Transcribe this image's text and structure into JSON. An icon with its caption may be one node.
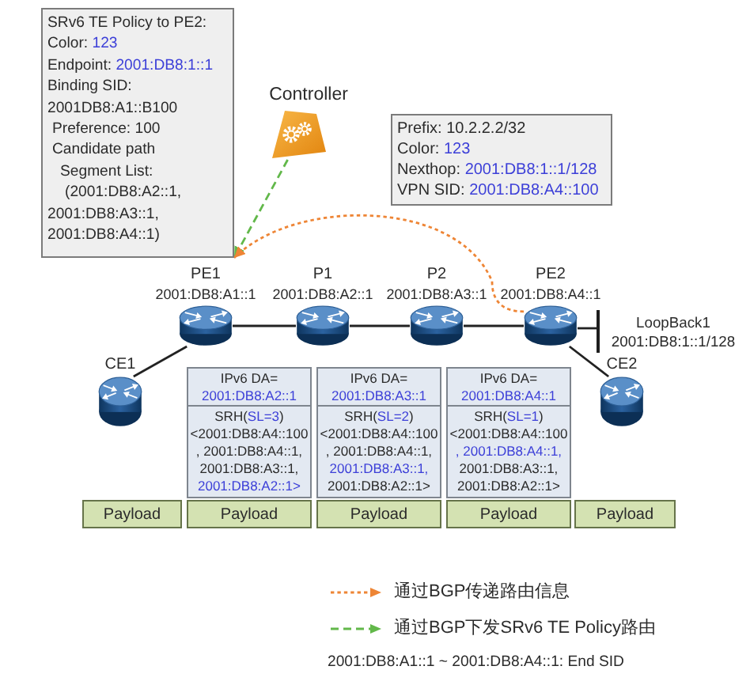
{
  "diagram": {
    "nodes": [
      {
        "text": [
          "SRv6 TE Policy to PE2:",
          "Color: 123",
          "Endpoint: 2001:DB8:1::1",
          "Binding SID: 2001DB8:A1::B100",
          "Preference: 100",
          "Candidate path",
          "Segment List:",
          "(2001:DB8:A2::1, 2001:DB8:A3::1, 2001:DB8:A4::1)"
        ]
      },
      {
        "text": [],
        "shape": "picture",
        "beside": [
          "Controller"
        ]
      },
      {
        "text": [
          "Prefix: 10.2.2.2/32",
          "Color: 123",
          "Nexthop: 2001:DB8:1::1/128",
          "VPN SID: 2001:DB8:A4::100"
        ]
      },
      {
        "text": [],
        "shape": "cylinder",
        "beside": [
          "PE1",
          "2001:DB8:A1::1"
        ]
      },
      {
        "text": [],
        "shape": "cylinder",
        "beside": [
          "P1",
          "2001:DB8:A2::1"
        ]
      },
      {
        "text": [],
        "shape": "cylinder",
        "beside": [
          "P2",
          "2001:DB8:A3::1"
        ]
      },
      {
        "text": [],
        "shape": "cylinder",
        "beside": [
          "PE2",
          "2001:DB8:A4::1"
        ]
      },
      {
        "text": [
          "LoopBack1",
          "2001:DB8:1::1/128"
        ]
      },
      {
        "text": [],
        "shape": "cylinder",
        "beside": [
          "CE1"
        ]
      },
      {
        "text": [],
        "shape": "cylinder",
        "beside": [
          "CE2"
        ]
      },
      {
        "text": [
          "IPv6 DA= 2001:DB8:A2::1"
        ]
      },
      {
        "text": [
          "IPv6 DA= 2001:DB8:A3::1"
        ]
      },
      {
        "text": [
          "IPv6 DA= 2001:DB8:A4::1"
        ]
      },
      {
        "text": [
          "SRH(SL=3)",
          "<2001:DB8:A4::100 , 2001:DB8:A4::1, 2001:DB8:A3::1, 2001:DB8:A2::1>"
        ]
      },
      {
        "text": [
          "SRH(SL=2)",
          "<2001:DB8:A4::100 , 2001:DB8:A4::1, 2001:DB8:A3::1, 2001:DB8:A2::1>"
        ]
      },
      {
        "text": [
          "SRH(SL=1)",
          "<2001:DB8:A4::100 , 2001:DB8:A4::1, 2001:DB8:A3::1, 2001:DB8:A2::1>"
        ]
      },
      {
        "text": [
          "Payload"
        ]
      },
      {
        "text": [
          "Payload"
        ]
      },
      {
        "text": [
          "Payload"
        ]
      },
      {
        "text": [
          "Payload"
        ]
      },
      {
        "text": [
          "Payload"
        ]
      }
    ],
    "edges": [
      {
        "from": 1,
        "to": 0,
        "arrow": "to",
        "style": "dashed",
        "color": "#62b84a"
      },
      {
        "from": 6,
        "to": 0,
        "arrow": "to",
        "style": "dashed",
        "color": "#ee8535"
      },
      {
        "from": 3,
        "to": 4,
        "arrow": "none"
      },
      {
        "from": 4,
        "to": 5,
        "arrow": "none"
      },
      {
        "from": 5,
        "to": 6,
        "arrow": "none"
      },
      {
        "from": 6,
        "to": 7,
        "arrow": "none"
      },
      {
        "from": 8,
        "to": 3,
        "arrow": "none"
      },
      {
        "from": 6,
        "to": 9,
        "arrow": "none"
      }
    ],
    "labels": [
      "2001:DB8:A1::1 ~ 2001:DB8:A4::1: End SID"
    ],
    "legend": [
      {
        "text": "通过BGP传递路由信息"
      },
      {
        "text": "通过BGP下发SRv6 TE Policy路由"
      }
    ]
  }
}
